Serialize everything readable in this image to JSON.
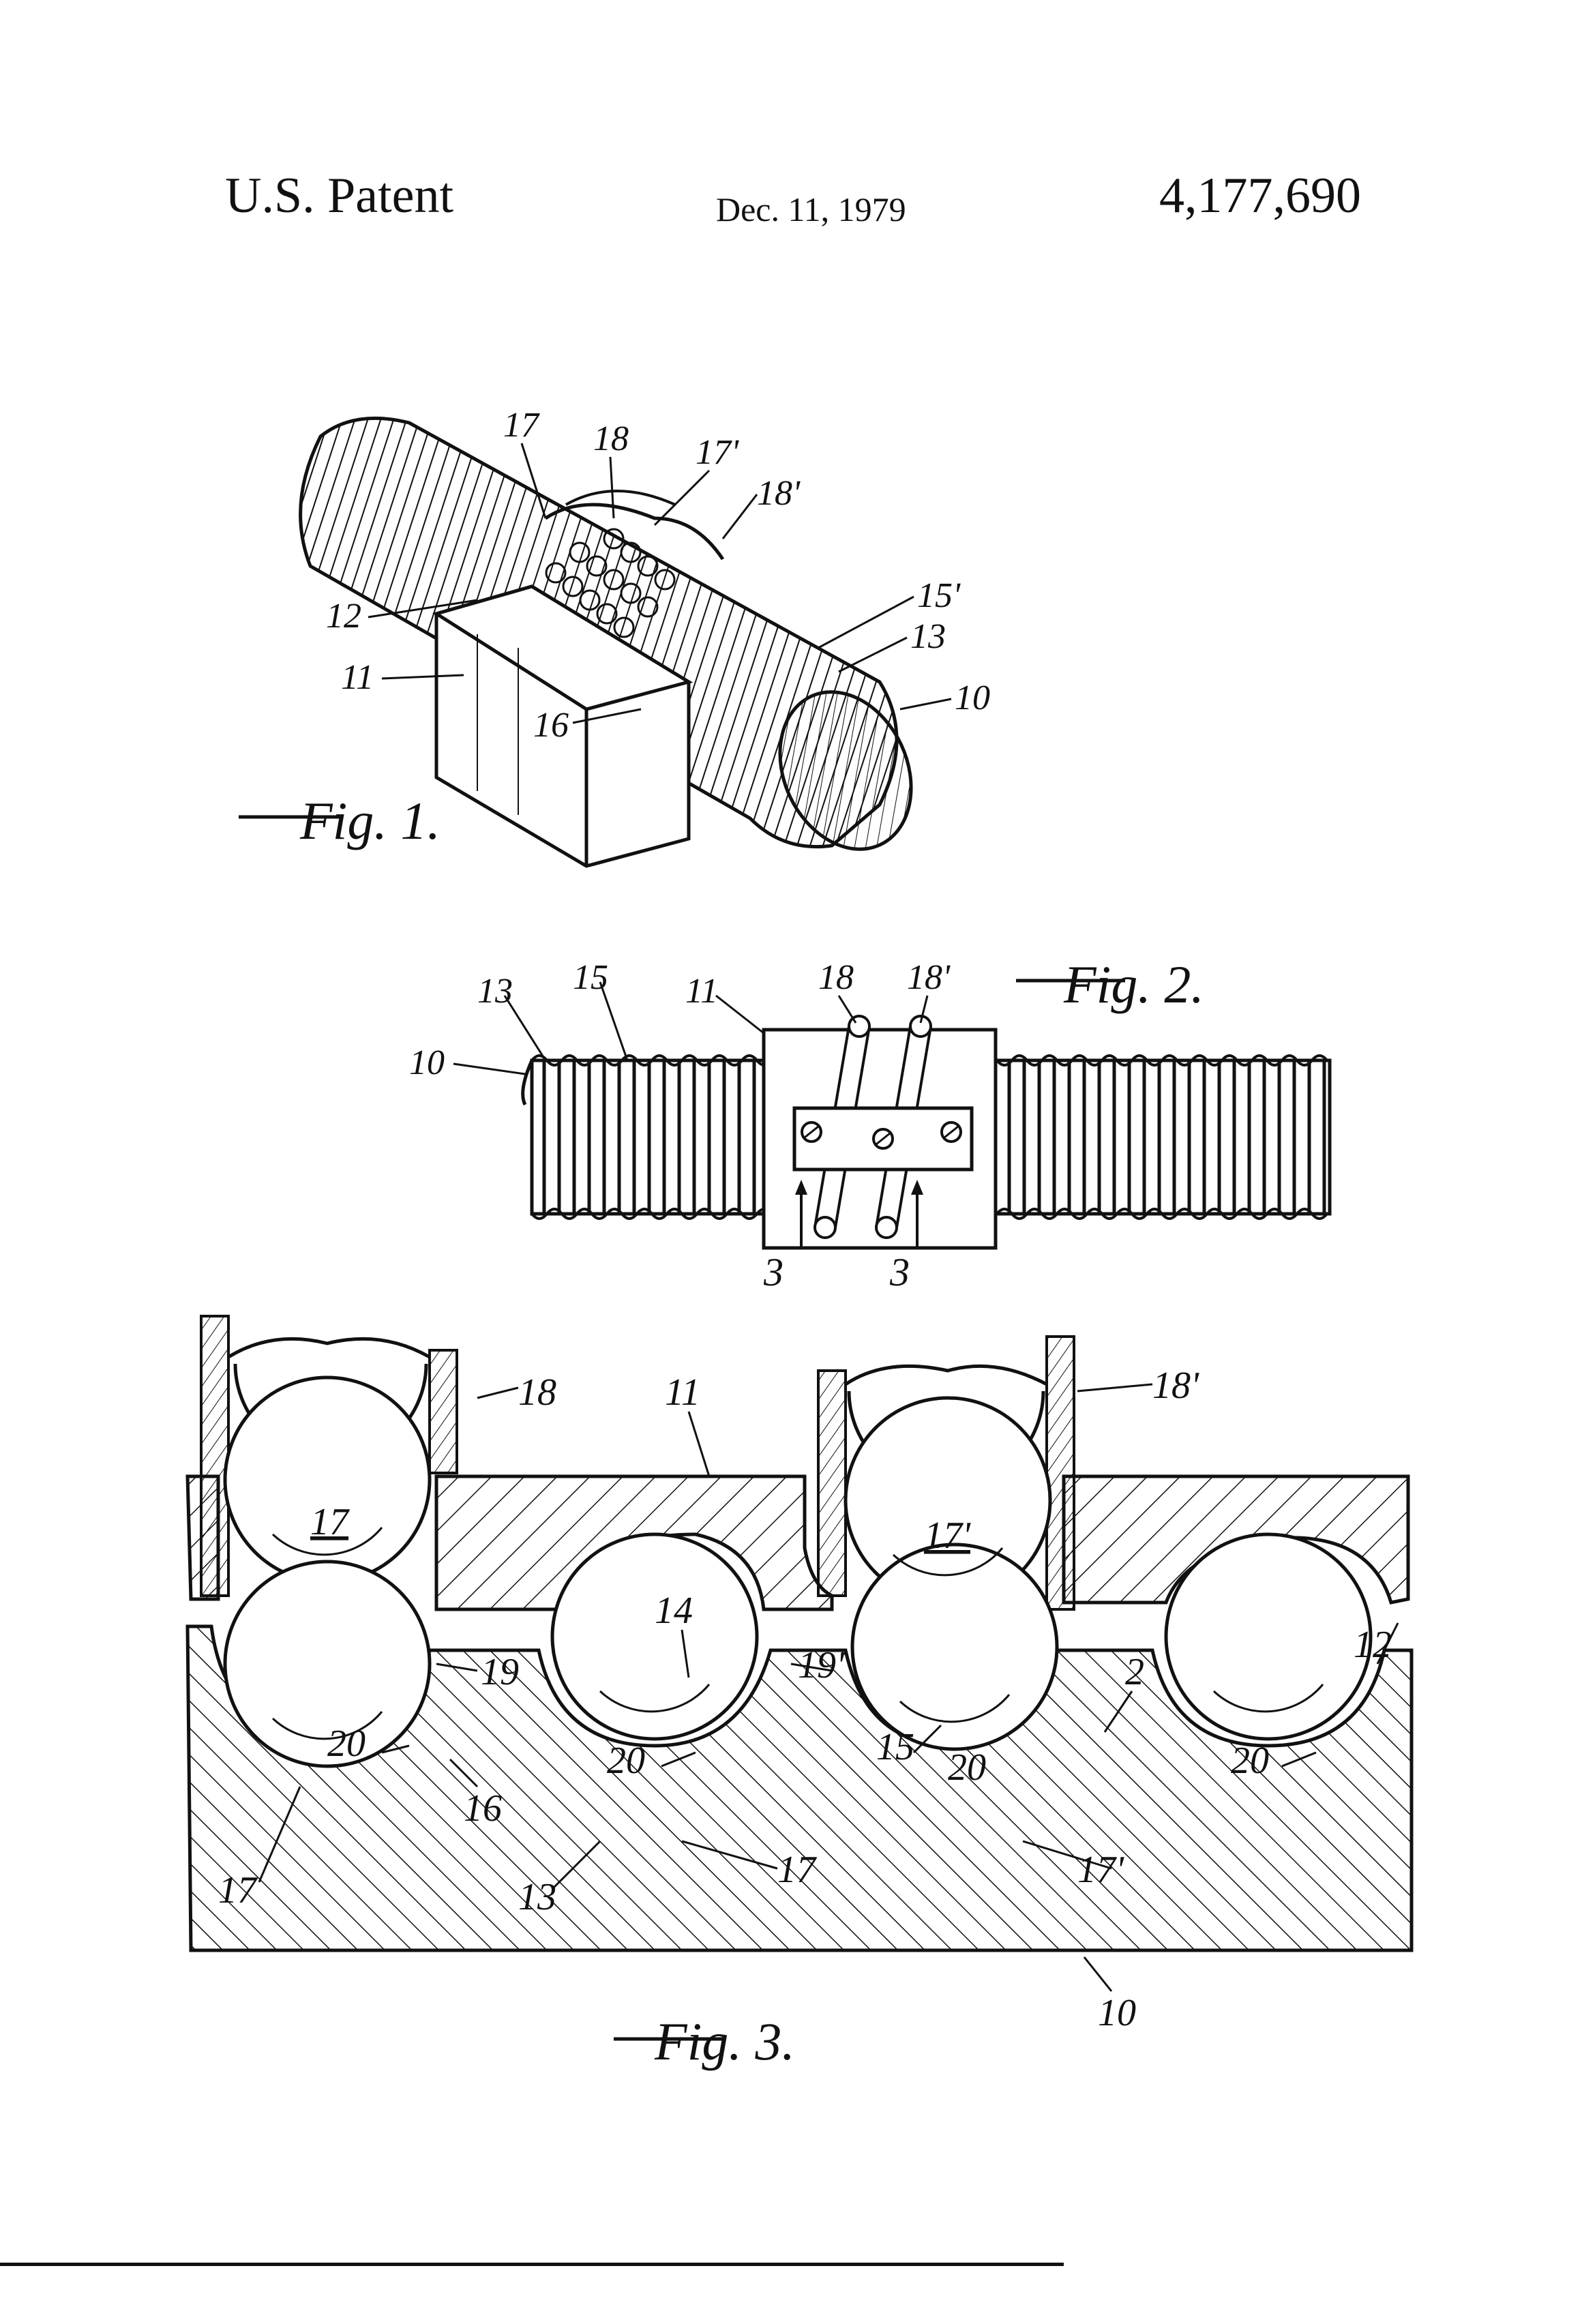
{
  "header": {
    "left": "U.S. Patent",
    "date": "Dec. 11, 1979",
    "number": "4,177,690"
  },
  "fig1": {
    "caption": "Fig. 1.",
    "labels": [
      "17",
      "18",
      "17'",
      "18'",
      "12",
      "11",
      "16",
      "15'",
      "13",
      "10"
    ]
  },
  "fig2": {
    "caption": "Fig. 2.",
    "labels": [
      "13",
      "15",
      "11",
      "18",
      "18'",
      "10",
      "3",
      "3"
    ]
  },
  "fig3": {
    "caption": "Fig. 3.",
    "labels": [
      "18",
      "11",
      "18'",
      "17",
      "17'",
      "14",
      "19",
      "19'",
      "12",
      "2",
      "20",
      "20",
      "15",
      "20",
      "20",
      "16",
      "17",
      "13",
      "17",
      "17'",
      "10"
    ]
  }
}
